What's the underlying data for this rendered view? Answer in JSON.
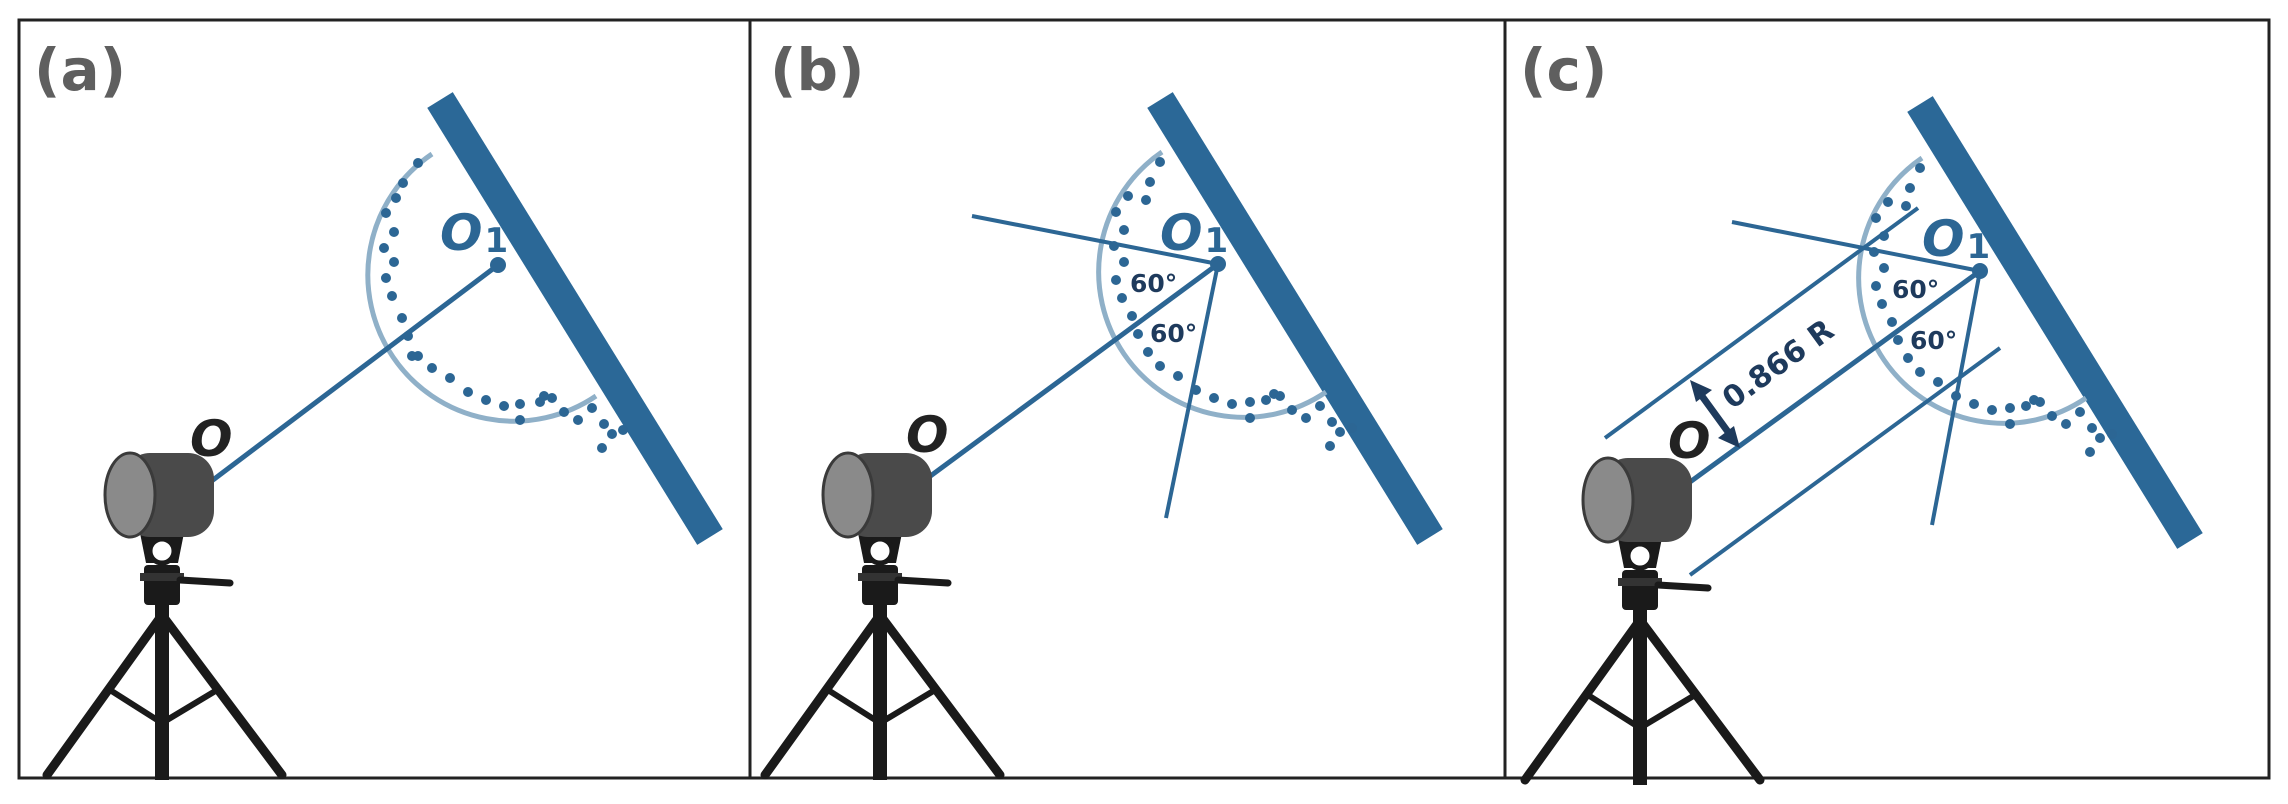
{
  "panels": [
    {
      "label": "(a)",
      "camera_label": "O",
      "center_label": "O",
      "center_subscript": "1",
      "angles": [],
      "distance_label": ""
    },
    {
      "label": "(b)",
      "camera_label": "O",
      "center_label": "O",
      "center_subscript": "1",
      "angles": [
        "60°",
        "60°"
      ],
      "distance_label": ""
    },
    {
      "label": "(c)",
      "camera_label": "O",
      "center_label": "O",
      "center_subscript": "1",
      "angles": [
        "60°",
        "60°"
      ],
      "distance_label": "0.866 R"
    }
  ],
  "colors": {
    "wall": "#2b6897",
    "line": "#2c6694",
    "circle": "#8fb0c8",
    "dots": "#2c6694",
    "camera_body": "#4a4a4a",
    "camera_lens": "#8a8a8a",
    "tripod": "#1a1a1a",
    "label": "#5f5f5f",
    "text_dark": "#1e3a5c"
  }
}
